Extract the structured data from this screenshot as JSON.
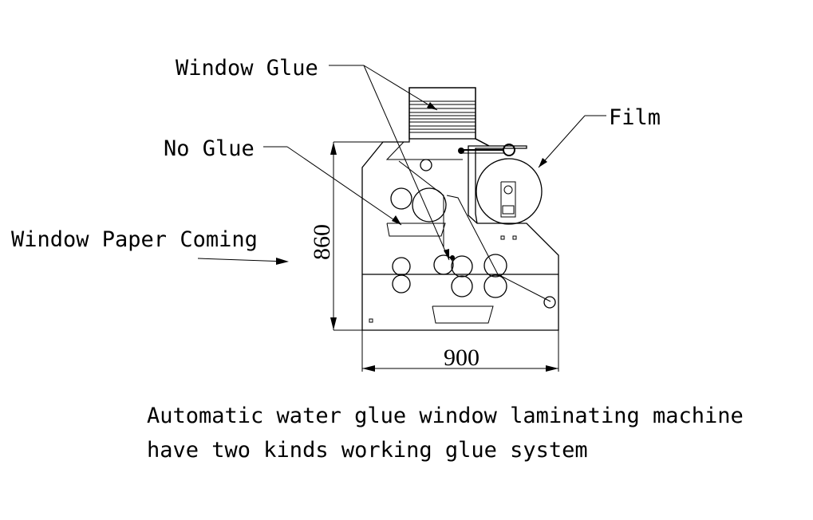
{
  "labels": {
    "window_glue": "Window Glue",
    "no_glue": "No Glue",
    "window_paper": "Window Paper Coming",
    "film": "Film"
  },
  "dimensions": {
    "height": "860",
    "width": "900"
  },
  "caption": {
    "line1": "Automatic water glue window laminating machine",
    "line2": "have two kinds working glue system"
  },
  "colors": {
    "ink": "#000000",
    "background": "#ffffff"
  }
}
